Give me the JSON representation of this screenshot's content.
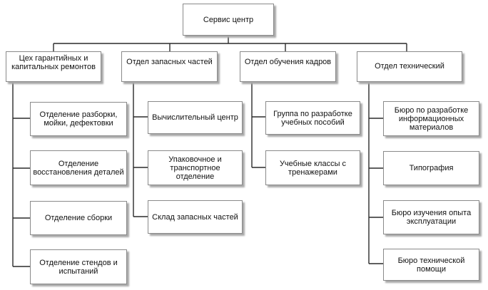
{
  "root": {
    "label": "Сервис центр"
  },
  "departments": [
    {
      "label": "Цех гарантийных и капитальных ремонтов",
      "children": [
        "Отделение разборки, мойки, дефектовки",
        "Отделение восстановления деталей",
        "Отделение сборки",
        "Отделение стендов и испытаний"
      ]
    },
    {
      "label": "Отдел запасных частей",
      "children": [
        "Вычислительный центр",
        "Упаковочное и транспортное отделение",
        "Склад запасных частей"
      ]
    },
    {
      "label": "Отдел обучения кадров",
      "children": [
        "Группа по разработке учебных пособий",
        "Учебные классы с тренажерами"
      ]
    },
    {
      "label": "Отдел технический",
      "children": [
        "Бюро по разработке информационных материалов",
        "Типография",
        "Бюро изучения опыта эксплуатации",
        "Бюро технической помощи"
      ]
    }
  ]
}
